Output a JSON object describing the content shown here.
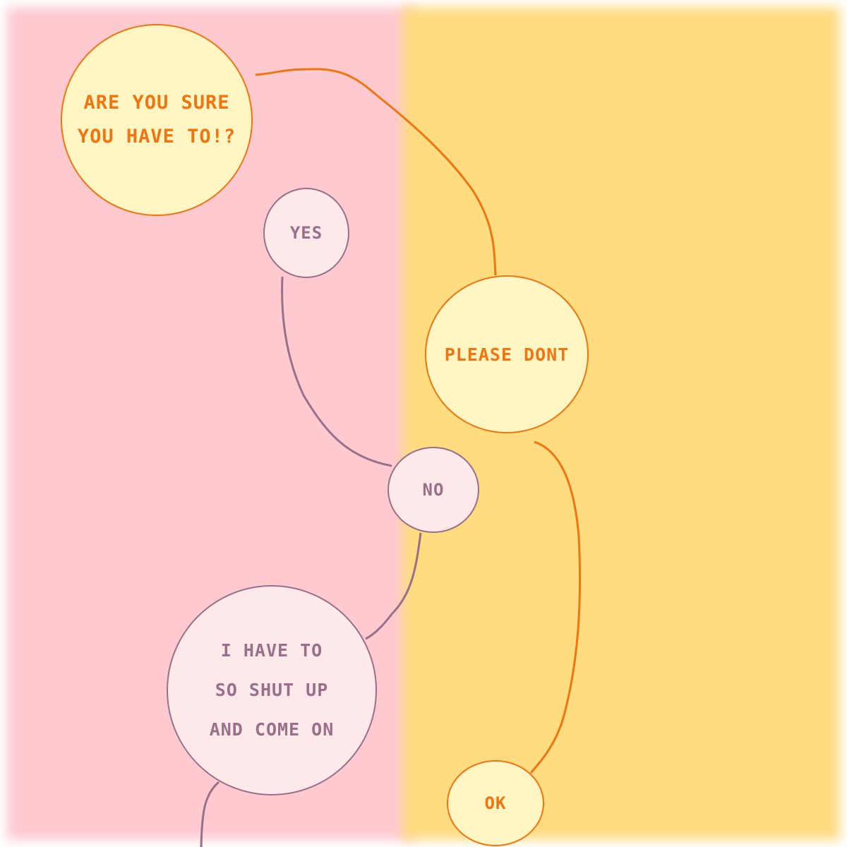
{
  "colors": {
    "left_panel": "#ffc9d0",
    "right_panel": "#ffdc80",
    "orange_stroke": "#f07510",
    "orange_fill": "#fff6c4",
    "purple_stroke": "#98708a",
    "purple_fill": "#fde8ea"
  },
  "nodes": {
    "sure": "ARE YOU SURE\nYOU HAVE TO!?",
    "yes": "YES",
    "dont": "PLEASE DONT",
    "no": "NO",
    "shut": "I HAVE TO\nSO SHUT UP\nAND COME ON",
    "ok": "OK"
  }
}
